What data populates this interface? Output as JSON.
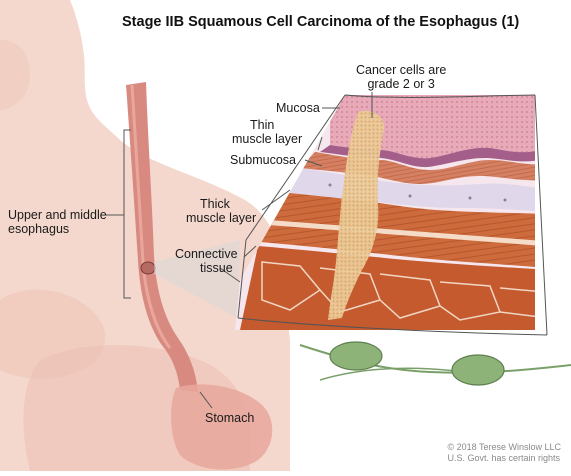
{
  "title": "Stage IIB Squamous Cell Carcinoma of the Esophagus (1)",
  "labels": {
    "cancer_cells_line1": "Cancer cells are",
    "cancer_cells_line2": "grade 2 or 3",
    "mucosa": "Mucosa",
    "thin_muscle_line1": "Thin",
    "thin_muscle_line2": "muscle layer",
    "submucosa": "Submucosa",
    "thick_muscle_line1": "Thick",
    "thick_muscle_line2": "muscle layer",
    "connective_line1": "Connective",
    "connective_line2": "tissue",
    "upper_middle_line1": "Upper and middle",
    "upper_middle_line2": "esophagus",
    "stomach": "Stomach"
  },
  "credit": {
    "line1": "© 2018 Terese Winslow LLC",
    "line2": "U.S. Govt. has certain rights"
  },
  "colors": {
    "skin": "#f3d3c8",
    "esophagus": "#d9847a",
    "mucosa": "#e3a4b4",
    "thin_muscle": "#d07a5a",
    "submucosa": "#dcd4e6",
    "thick_muscle": "#cd6b3d",
    "connective": "#c2552a",
    "tumor": "#e9c08e",
    "node": "#8fb07a"
  }
}
